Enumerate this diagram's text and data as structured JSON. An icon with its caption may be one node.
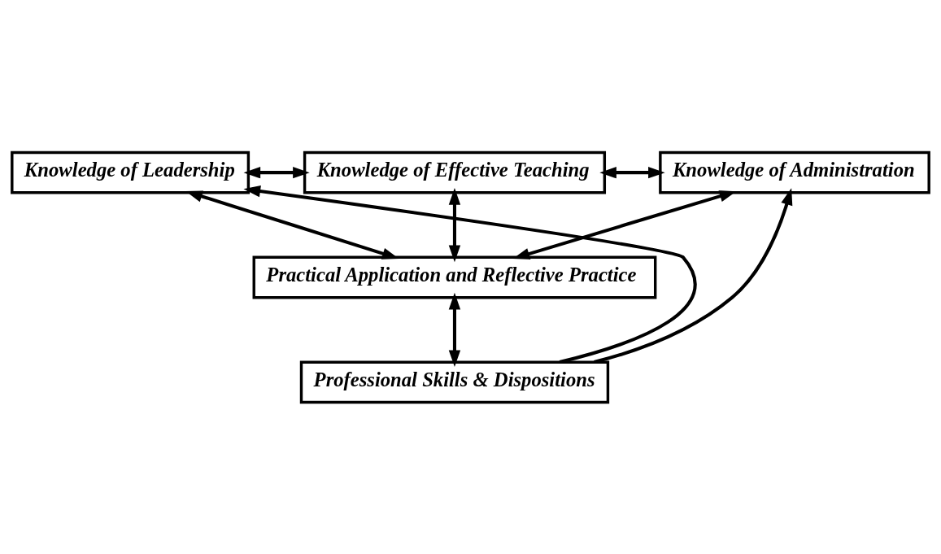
{
  "diagram": {
    "nodes": [
      {
        "text": [
          "Knowledge of Leadership"
        ]
      },
      {
        "text": [
          "Knowledge of Effective Teaching"
        ]
      },
      {
        "text": [
          "Knowledge of Administration"
        ]
      },
      {
        "text": [
          "Practical Application and Reflective Practice"
        ]
      },
      {
        "text": [
          "Professional Skills & Dispositions"
        ]
      }
    ],
    "edges": [
      {
        "from": 0,
        "to": 1,
        "arrow": "both"
      },
      {
        "from": 1,
        "to": 2,
        "arrow": "both"
      },
      {
        "from": 0,
        "to": 3,
        "arrow": "both"
      },
      {
        "from": 1,
        "to": 3,
        "arrow": "both"
      },
      {
        "from": 2,
        "to": 3,
        "arrow": "both"
      },
      {
        "from": 3,
        "to": 4,
        "arrow": "both"
      },
      {
        "from": 4,
        "to": 0,
        "arrow": "to"
      },
      {
        "from": 4,
        "to": 2,
        "arrow": "to"
      }
    ]
  }
}
